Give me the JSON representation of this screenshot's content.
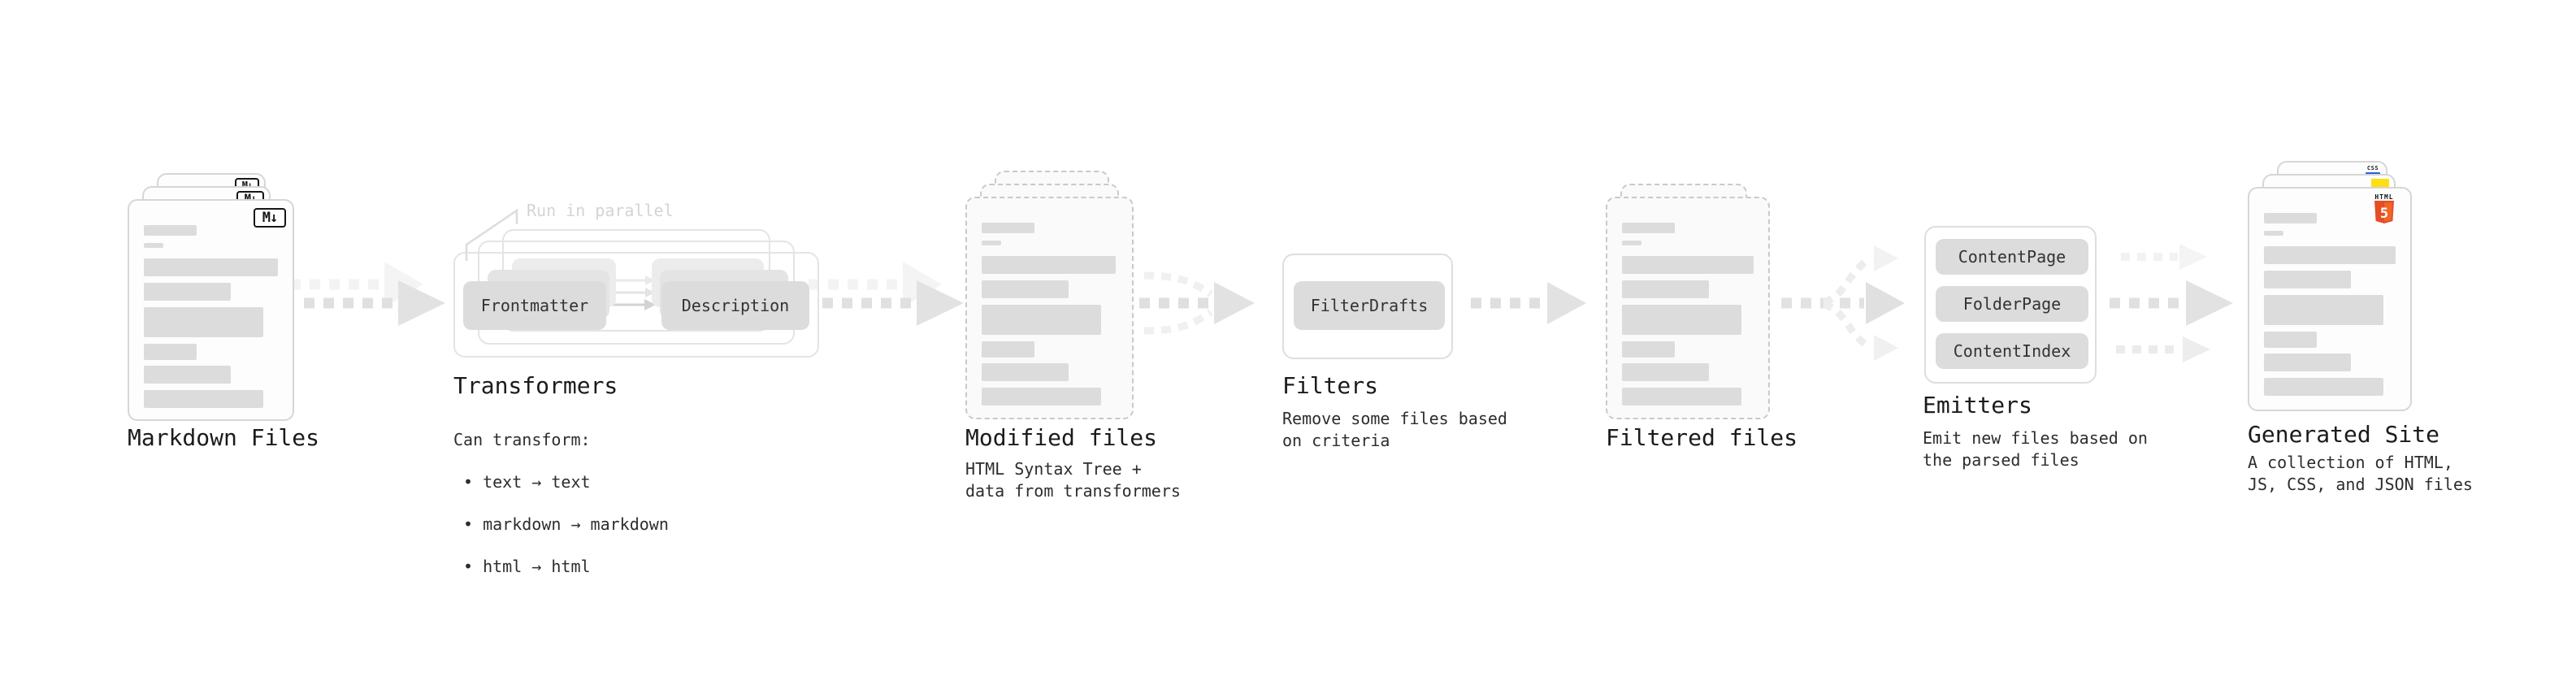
{
  "stages": {
    "markdown_files": {
      "label": "Markdown Files",
      "badge": "M↓"
    },
    "transformers": {
      "label": "Transformers",
      "annotation": "Run in parallel",
      "transformer_1": "Frontmatter",
      "transformer_2": "Description",
      "caption_title": "Can transform:",
      "bullets": [
        "• text → text",
        "• markdown → markdown",
        "• html → html"
      ]
    },
    "modified_files": {
      "label": "Modified files",
      "caption": "HTML Syntax Tree +\ndata from transformers"
    },
    "filters": {
      "label": "Filters",
      "filter_1": "FilterDrafts",
      "caption": "Remove some files based\non criteria"
    },
    "filtered_files": {
      "label": "Filtered files"
    },
    "emitters": {
      "label": "Emitters",
      "emitter_1": "ContentPage",
      "emitter_2": "FolderPage",
      "emitter_3": "ContentIndex",
      "caption": "Emit new files based on\nthe parsed files"
    },
    "generated_site": {
      "label": "Generated Site",
      "caption": "A collection of HTML,\nJS, CSS, and JSON files",
      "css_badge": "CSS",
      "html_badge_label": "HTML",
      "html_badge_number": "5"
    }
  },
  "colors": {
    "background": "#ffffff",
    "doc_border": "#d6d6d6",
    "doc_dashed_border": "#c9c9c9",
    "content_bar": "#dcdcdc",
    "chip_bg": "#dcdcdc",
    "chip_text": "#333333",
    "card_border": "#e4e4e4",
    "label_text": "#1b1b1b",
    "caption_text": "#2d2d2d",
    "annotation_text": "#d4d4d4",
    "arrow": "#e0e0e0",
    "arrow_light": "#f0f0f0",
    "markdown_badge": "#161616",
    "css_blue": "#2660e8",
    "js_yellow": "#ffdf10",
    "html5_orange": "#e44d26",
    "html5_orange_light": "#f16529"
  }
}
